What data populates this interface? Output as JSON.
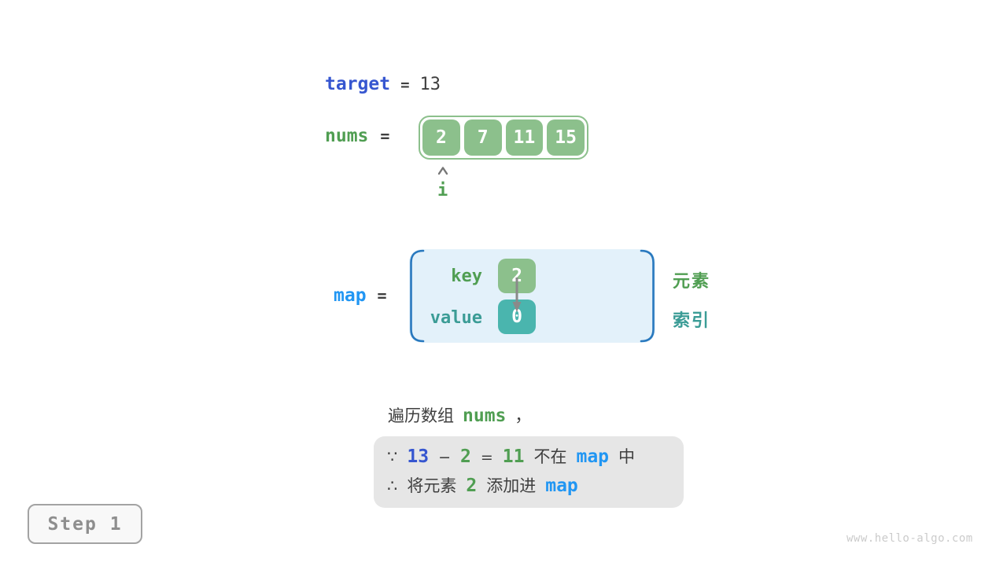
{
  "header": {
    "keyword": "target",
    "equals": "=",
    "value": "13"
  },
  "nums": {
    "keyword": "nums",
    "equals": "=",
    "cells": [
      "2",
      "7",
      "11",
      "15"
    ],
    "pointer_label": "i"
  },
  "map": {
    "keyword": "map",
    "equals": "=",
    "key_label": "key",
    "value_label": "value",
    "key_cell": "2",
    "value_cell": "0",
    "right_label_top": "元素",
    "right_label_bottom": "索引"
  },
  "caption": {
    "prefix": "遍历数组",
    "code": "nums",
    "suffix": "，"
  },
  "note": {
    "line1": [
      "∵",
      "13",
      "−",
      "2",
      "=",
      "11",
      "不在",
      "map",
      "中"
    ],
    "line2": [
      "∴",
      "将元素",
      "2",
      "添加进",
      "map"
    ]
  },
  "step": {
    "label": "Step 1"
  },
  "watermark": "www.hello-algo.com",
  "colors": {
    "green_cell": "#8cc08c",
    "green_text": "#509e52",
    "teal_cell": "#4ab5ae",
    "teal_text": "#3b9c96",
    "royal_blue": "#3656d0",
    "azure": "#2196f3",
    "bracket_blue": "#2878be",
    "map_fill": "#e3f1fa",
    "note_bg": "#e6e6e6"
  }
}
